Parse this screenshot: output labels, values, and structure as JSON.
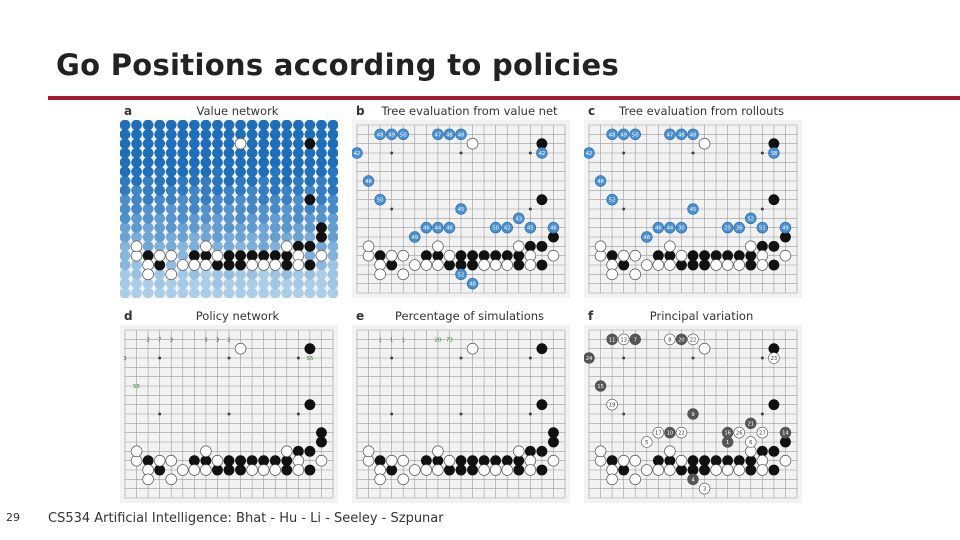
{
  "slide": {
    "title": "Go Positions according to policies",
    "page_number": "29",
    "footer": "CS534 Artificial Intelligence: Bhat - Hu - Li - Seeley - Szpunar",
    "accent_color": "#a6192e"
  },
  "figure": {
    "panels": [
      {
        "letter": "a",
        "caption": "Value network",
        "style": "heatmap"
      },
      {
        "letter": "b",
        "caption": "Tree evaluation from value net",
        "style": "blue-labels"
      },
      {
        "letter": "c",
        "caption": "Tree evaluation from rollouts",
        "style": "blue-labels"
      },
      {
        "letter": "d",
        "caption": "Policy network",
        "style": "plain"
      },
      {
        "letter": "e",
        "caption": "Percentage of simulations",
        "style": "plain"
      },
      {
        "letter": "f",
        "caption": "Principal variation",
        "style": "variation"
      }
    ],
    "stones": {
      "black": [
        [
          16,
          3
        ],
        [
          16,
          10
        ],
        [
          14,
          4
        ],
        [
          13,
          4
        ],
        [
          12,
          4
        ],
        [
          11,
          4
        ],
        [
          10,
          4
        ],
        [
          9,
          4
        ],
        [
          10,
          3
        ],
        [
          9,
          3
        ],
        [
          8,
          3
        ],
        [
          7,
          4
        ],
        [
          6,
          4
        ],
        [
          16,
          5
        ],
        [
          17,
          6
        ],
        [
          17,
          7
        ],
        [
          15,
          5
        ],
        [
          3,
          3
        ],
        [
          2,
          4
        ],
        [
          16,
          16
        ],
        [
          14,
          3
        ]
      ],
      "white": [
        [
          17,
          4
        ],
        [
          15,
          4
        ],
        [
          15,
          3
        ],
        [
          13,
          3
        ],
        [
          12,
          3
        ],
        [
          11,
          3
        ],
        [
          8,
          4
        ],
        [
          7,
          3
        ],
        [
          6,
          3
        ],
        [
          5,
          3
        ],
        [
          4,
          4
        ],
        [
          3,
          4
        ],
        [
          2,
          3
        ],
        [
          1,
          4
        ],
        [
          1,
          5
        ],
        [
          14,
          5
        ],
        [
          10,
          16
        ],
        [
          7,
          5
        ],
        [
          4,
          2
        ],
        [
          2,
          2
        ]
      ]
    },
    "panel_b_labels": [
      "48",
      "49",
      "50",
      "47",
      "48",
      "48",
      "42",
      "42",
      "48",
      "50",
      "45",
      "46",
      "44",
      "48",
      "50",
      "42",
      "43",
      "45",
      "46",
      "49",
      "52",
      "48"
    ],
    "panel_c_labels": [
      "48",
      "49",
      "50",
      "47",
      "48",
      "48",
      "42",
      "38",
      "48",
      "52",
      "45",
      "46",
      "44",
      "30",
      "25",
      "36",
      "52",
      "51",
      "49",
      "48"
    ],
    "panel_d_labels": [
      "2",
      "7",
      "3",
      "3",
      "3",
      "2",
      "3",
      "55",
      "55"
    ],
    "panel_e_labels": [
      "1",
      "1",
      "1",
      "20",
      "73"
    ],
    "panel_f_labels": [
      "11",
      "13",
      "7",
      "8",
      "20",
      "22",
      "24",
      "23",
      "15",
      "19",
      "9",
      "17",
      "10",
      "22",
      "16",
      "26",
      "21",
      "27",
      "14",
      "5",
      "4",
      "3",
      "1",
      "6"
    ]
  }
}
